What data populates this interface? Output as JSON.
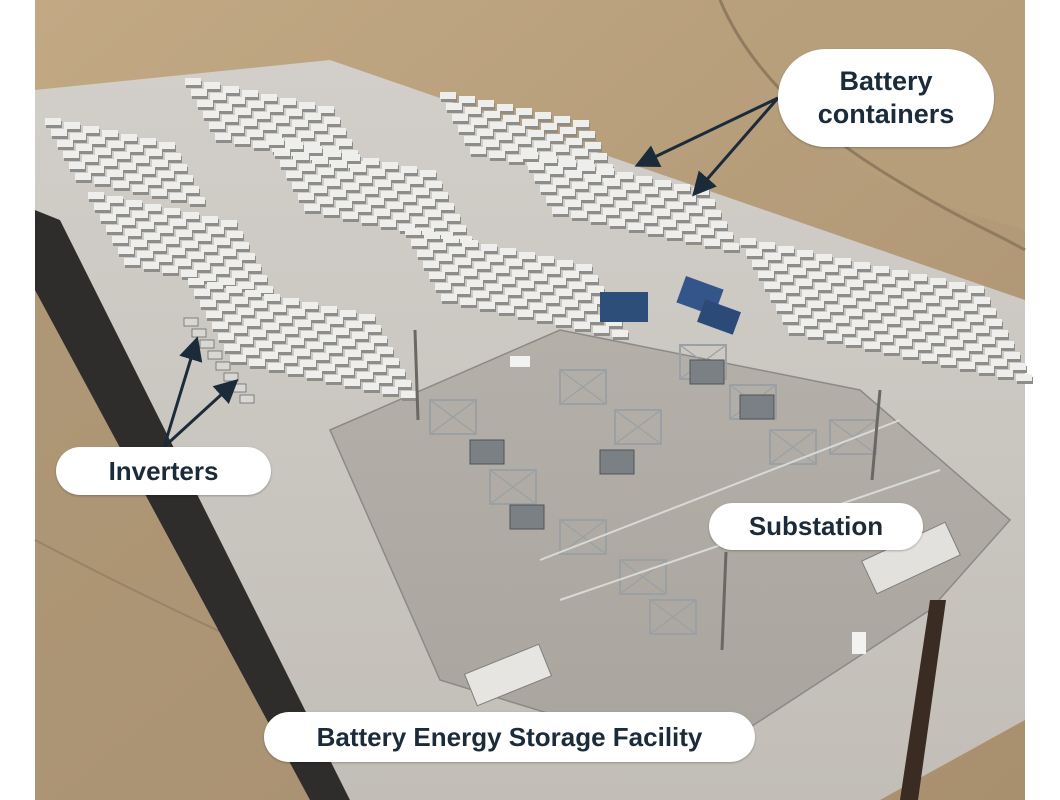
{
  "image": {
    "subject": "aerial-photo-of-battery-storage-site",
    "palette": {
      "dry_grass": "#b39a78",
      "gravel_pad": "#c9c6c0",
      "container_white": "#eeeeec",
      "container_shadow": "#8e8d8a",
      "substation_steel": "#9aa0a3",
      "wall_shadow": "#2e2d2b",
      "label_text": "#1c2b3a",
      "arrow": "#1c2b3a",
      "label_bg": "#ffffff"
    }
  },
  "labels": {
    "battery_line1": "Battery",
    "battery_line2": "containers",
    "inverters": "Inverters",
    "substation": "Substation",
    "caption": "Battery Energy Storage Facility"
  }
}
